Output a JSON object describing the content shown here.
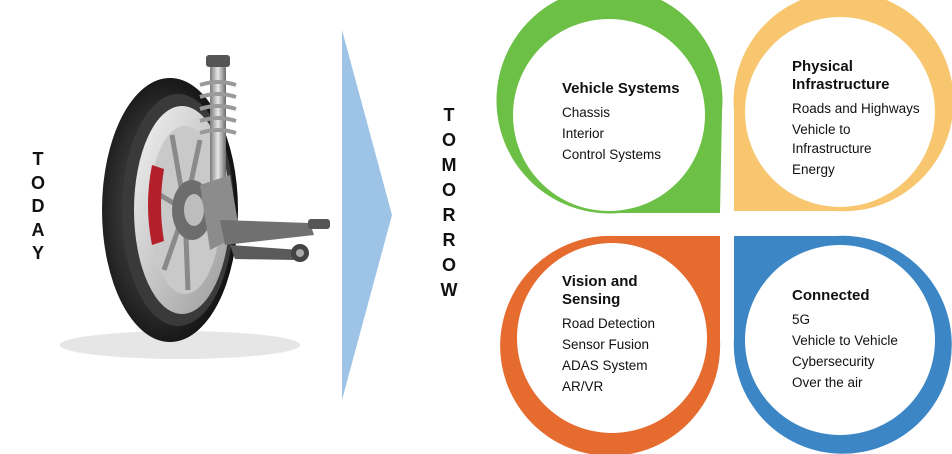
{
  "left_label": [
    "T",
    "O",
    "D",
    "A",
    "Y"
  ],
  "right_label": [
    "T",
    "O",
    "M",
    "O",
    "R",
    "R",
    "O",
    "W"
  ],
  "colors": {
    "arrow": "#9dc3e6",
    "vehicle_systems": "#6cc045",
    "physical_infrastructure": "#f7c66e",
    "vision_sensing": "#e56b2f",
    "connected": "#3d86c6"
  },
  "quadrants": [
    {
      "title": "Vehicle Systems",
      "items": [
        "Chassis",
        "Interior",
        "Control Systems"
      ]
    },
    {
      "title": "Physical Infrastructure",
      "title_lines": [
        "Physical",
        "Infrastructure"
      ],
      "items": [
        "Roads and Highways",
        "Vehicle to Infrastructure",
        "Energy"
      ],
      "item_lines": [
        [
          "Roads and Highways"
        ],
        [
          "Vehicle to",
          "Infrastructure"
        ],
        [
          "Energy"
        ]
      ]
    },
    {
      "title": "Vision and Sensing",
      "title_lines": [
        "Vision and",
        "Sensing"
      ],
      "items": [
        "Road Detection",
        "Sensor Fusion",
        "ADAS System",
        "AR/VR"
      ]
    },
    {
      "title": "Connected",
      "items": [
        "5G",
        "Vehicle to Vehicle",
        "Cybersecurity",
        "Over the air"
      ]
    }
  ],
  "image": {
    "subject": "wheel-suspension-assembly"
  }
}
